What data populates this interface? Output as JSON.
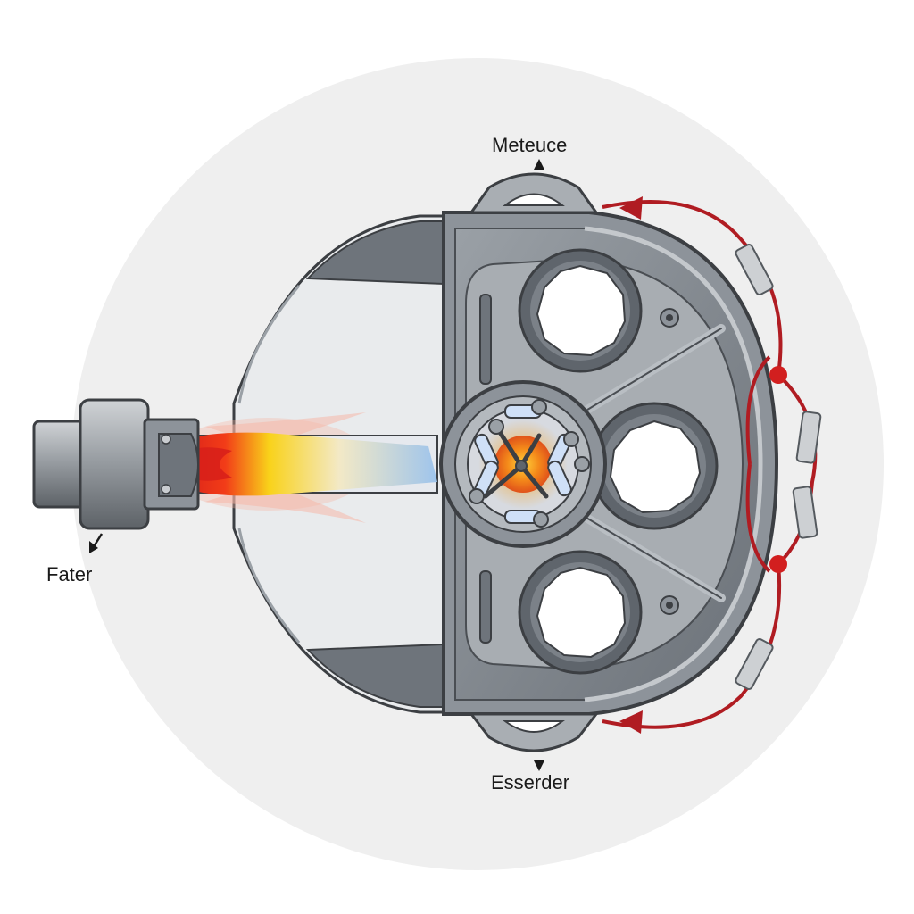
{
  "labels": {
    "top": "Meteuce",
    "bottom": "Esserder",
    "left": "Fater"
  },
  "colors": {
    "background_disc": "#efefef",
    "housing_dark": "#6e747b",
    "housing_mid": "#8d939a",
    "housing_light": "#b7bcc1",
    "outline": "#3c3f43",
    "flame_hot": "#e02a12",
    "flame_warm": "#f9d21a",
    "flame_cool": "#b8d4f0",
    "return_line": "#b01c22"
  }
}
